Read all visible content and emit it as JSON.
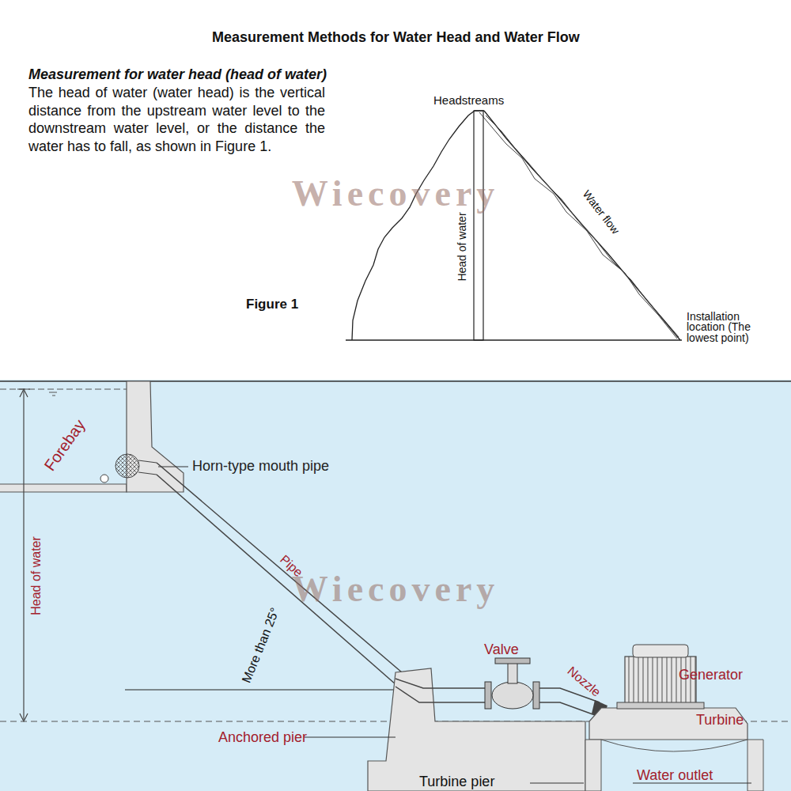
{
  "diagram": {
    "title": "Measurement Methods for Water Head and Water Flow",
    "labels": [
      "Measurement for water head (head of water)",
      "The head of water (water head) is the vertical distance from the upstream water level to the downstream water level, or the distance the water has to fall, as shown in Figure 1.",
      "Headstreams",
      "Head of water",
      "Water flow",
      "Figure 1",
      "Installation location (The lowest point)",
      "Wiecovery",
      "Forebay",
      "Horn-type mouth pipe",
      "Head of water",
      "Pipe",
      "Wiecovery",
      "More than 25°",
      "Valve",
      "Nozzle",
      "Generator",
      "Turbine",
      "Anchored pier",
      "Turbine pier",
      "Water outlet"
    ]
  }
}
